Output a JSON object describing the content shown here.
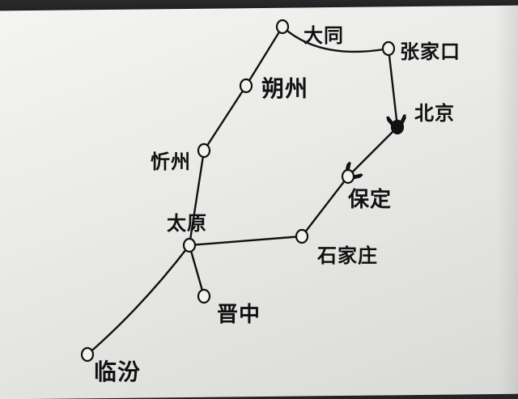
{
  "cities": [
    {
      "id": "datong",
      "label": "大同"
    },
    {
      "id": "zhangjiakou",
      "label": "张家口"
    },
    {
      "id": "shuozhou",
      "label": "朔州"
    },
    {
      "id": "beijing",
      "label": "北京"
    },
    {
      "id": "xinzhou",
      "label": "忻州"
    },
    {
      "id": "baoding",
      "label": "保定"
    },
    {
      "id": "taiyuan",
      "label": "太原"
    },
    {
      "id": "shijiazhuang",
      "label": "石家庄"
    },
    {
      "id": "jinzhong",
      "label": "晋中"
    },
    {
      "id": "linfen",
      "label": "临汾"
    }
  ],
  "routes": [
    [
      "datong",
      "zhangjiakou"
    ],
    [
      "zhangjiakou",
      "beijing"
    ],
    [
      "beijing",
      "baoding"
    ],
    [
      "baoding",
      "shijiazhuang"
    ],
    [
      "shijiazhuang",
      "taiyuan"
    ],
    [
      "taiyuan",
      "xinzhou"
    ],
    [
      "xinzhou",
      "shuozhou"
    ],
    [
      "shuozhou",
      "datong"
    ],
    [
      "taiyuan",
      "jinzhong"
    ],
    [
      "taiyuan",
      "linfen"
    ]
  ],
  "colors": {
    "ink": "#111111",
    "paper": "#eeeeec",
    "background": "#2a2a2c"
  }
}
